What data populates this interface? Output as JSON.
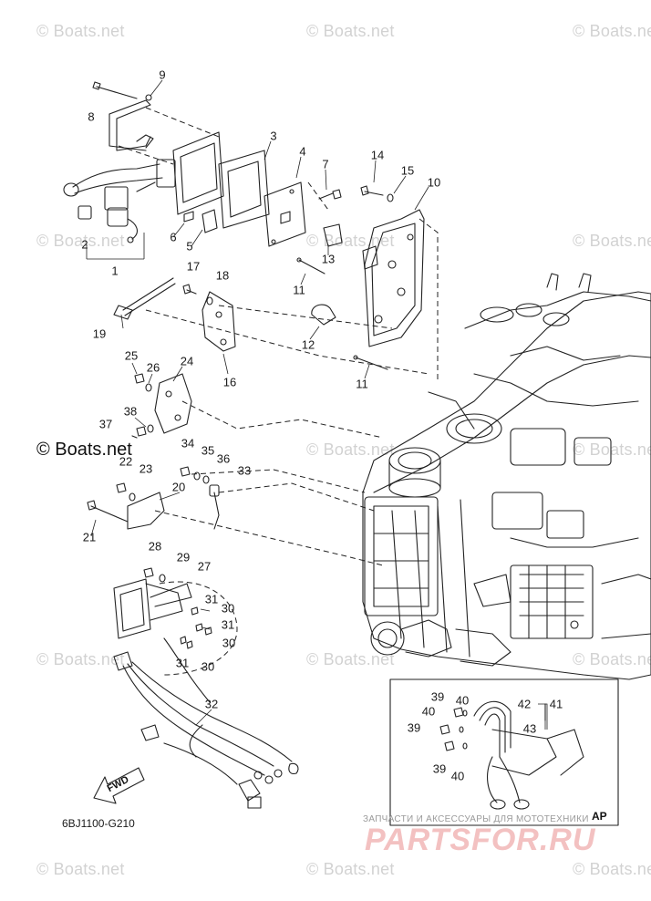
{
  "watermark": "© Boats.net",
  "copyright_main": "© Boats.net",
  "diagram_code": "6BJ1100-G210",
  "fwd_label": "FWD",
  "inset_label": "AP",
  "shop": {
    "small_text": "ЗАПЧАСТИ И АКСЕССУАРЫ ДЛЯ МОТОТЕХНИКИ",
    "brand_text": "PARTSFOR.RU"
  },
  "callouts": [
    "9",
    "8",
    "3",
    "4",
    "7",
    "14",
    "15",
    "10",
    "2",
    "1",
    "6",
    "5",
    "13",
    "11",
    "17",
    "18",
    "19",
    "16",
    "12",
    "11",
    "25",
    "26",
    "24",
    "38",
    "37",
    "34",
    "35",
    "36",
    "22",
    "23",
    "33",
    "20",
    "21",
    "28",
    "29",
    "27",
    "31",
    "30",
    "31",
    "30",
    "31",
    "30",
    "32",
    "39",
    "40",
    "42",
    "41",
    "40",
    "39",
    "43",
    "39",
    "40"
  ]
}
